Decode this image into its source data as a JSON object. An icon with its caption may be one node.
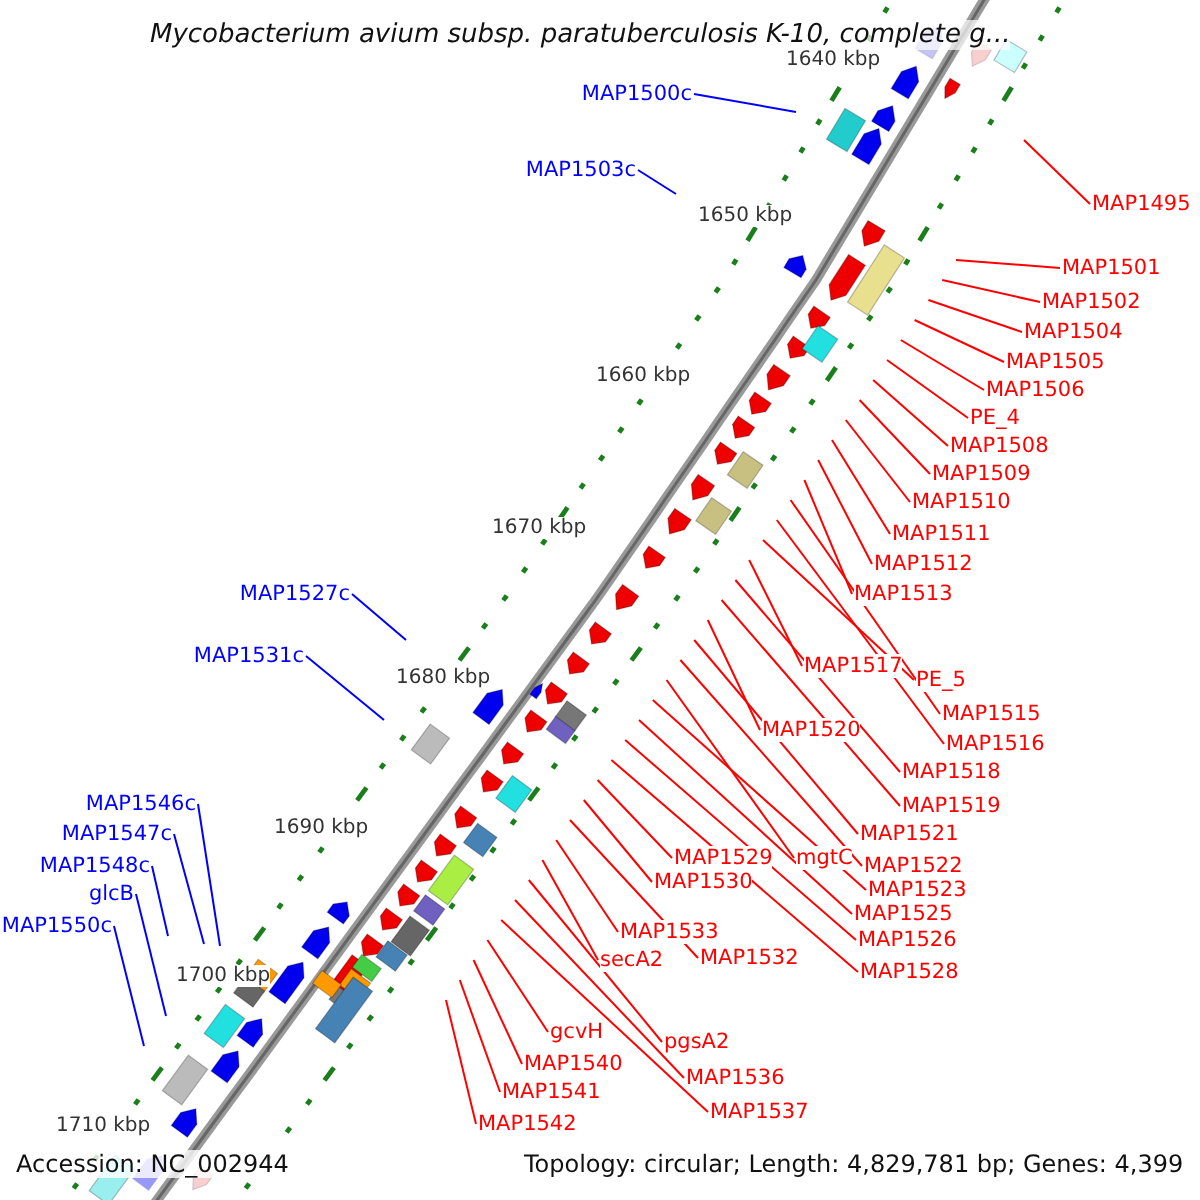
{
  "diagram": {
    "title": "Mycobacterium avium subsp. paratuberculosis K-10, complete g...",
    "nodes": [
      {
        "text": [
          "MAP1500c"
        ]
      },
      {
        "text": [
          "MAP1495"
        ]
      },
      {
        "text": [
          "MAP1503c"
        ]
      },
      {
        "text": [
          "MAP1501"
        ]
      },
      {
        "text": [
          "MAP1502"
        ]
      },
      {
        "text": [
          "MAP1504"
        ]
      },
      {
        "text": [
          "MAP1505"
        ]
      },
      {
        "text": [
          "MAP1506"
        ]
      },
      {
        "text": [
          "PE_4"
        ]
      },
      {
        "text": [
          "MAP1508"
        ]
      },
      {
        "text": [
          "MAP1509"
        ]
      },
      {
        "text": [
          "MAP1510"
        ]
      },
      {
        "text": [
          "MAP1511"
        ]
      },
      {
        "text": [
          "MAP1512"
        ]
      },
      {
        "text": [
          "MAP1513"
        ]
      },
      {
        "text": [
          "MAP1527c"
        ]
      },
      {
        "text": [
          "MAP1531c"
        ]
      },
      {
        "text": [
          "MAP1517"
        ]
      },
      {
        "text": [
          "PE_5"
        ]
      },
      {
        "text": [
          "MAP1515"
        ]
      },
      {
        "text": [
          "MAP1520"
        ]
      },
      {
        "text": [
          "MAP1516"
        ]
      },
      {
        "text": [
          "MAP1518"
        ]
      },
      {
        "text": [
          "MAP1546c"
        ]
      },
      {
        "text": [
          "MAP1519"
        ]
      },
      {
        "text": [
          "MAP1547c"
        ]
      },
      {
        "text": [
          "MAP1521"
        ]
      },
      {
        "text": [
          "MAP1529"
        ]
      },
      {
        "text": [
          "mgtC"
        ]
      },
      {
        "text": [
          "MAP1548c"
        ]
      },
      {
        "text": [
          "MAP1522"
        ]
      },
      {
        "text": [
          "MAP1530"
        ]
      },
      {
        "text": [
          "MAP1523"
        ]
      },
      {
        "text": [
          "glcB"
        ]
      },
      {
        "text": [
          "MAP1525"
        ]
      },
      {
        "text": [
          "MAP1550c"
        ]
      },
      {
        "text": [
          "MAP1533"
        ]
      },
      {
        "text": [
          "MAP1526"
        ]
      },
      {
        "text": [
          "secA2"
        ]
      },
      {
        "text": [
          "MAP1532"
        ]
      },
      {
        "text": [
          "MAP1528"
        ]
      },
      {
        "text": [
          "gcvH"
        ]
      },
      {
        "text": [
          "pgsA2"
        ]
      },
      {
        "text": [
          "MAP1540"
        ]
      },
      {
        "text": [
          "MAP1536"
        ]
      },
      {
        "text": [
          "MAP1541"
        ]
      },
      {
        "text": [
          "MAP1537"
        ]
      },
      {
        "text": [
          "MAP1542"
        ]
      }
    ],
    "edges": [
      {
        "from": 0,
        "to": null,
        "arrow": "none",
        "color": "#0000ff"
      },
      {
        "from": 1,
        "to": null,
        "arrow": "none"
      },
      {
        "from": 2,
        "to": null,
        "arrow": "none",
        "color": "#0000ff"
      },
      {
        "from": 3,
        "to": null,
        "arrow": "none"
      },
      {
        "from": 4,
        "to": null,
        "arrow": "none"
      },
      {
        "from": 5,
        "to": null,
        "arrow": "none"
      },
      {
        "from": 6,
        "to": null,
        "arrow": "none"
      },
      {
        "from": 7,
        "to": null,
        "arrow": "none"
      },
      {
        "from": 8,
        "to": null,
        "arrow": "none"
      },
      {
        "from": 9,
        "to": null,
        "arrow": "none"
      },
      {
        "from": 10,
        "to": null,
        "arrow": "none"
      },
      {
        "from": 11,
        "to": null,
        "arrow": "none"
      },
      {
        "from": 12,
        "to": null,
        "arrow": "none"
      },
      {
        "from": 13,
        "to": null,
        "arrow": "none"
      },
      {
        "from": 14,
        "to": null,
        "arrow": "none"
      },
      {
        "from": 15,
        "to": null,
        "arrow": "none",
        "color": "#0000ff"
      },
      {
        "from": 16,
        "to": null,
        "arrow": "none",
        "color": "#0000ff"
      },
      {
        "from": 17,
        "to": null,
        "arrow": "none"
      },
      {
        "from": 18,
        "to": null,
        "arrow": "none"
      },
      {
        "from": 19,
        "to": null,
        "arrow": "none"
      },
      {
        "from": 20,
        "to": null,
        "arrow": "none"
      },
      {
        "from": 21,
        "to": null,
        "arrow": "none"
      },
      {
        "from": 22,
        "to": null,
        "arrow": "none"
      },
      {
        "from": 23,
        "to": null,
        "arrow": "none",
        "color": "#0000ff"
      },
      {
        "from": 24,
        "to": null,
        "arrow": "none"
      },
      {
        "from": 25,
        "to": null,
        "arrow": "none",
        "color": "#0000ff"
      },
      {
        "from": 26,
        "to": null,
        "arrow": "none"
      },
      {
        "from": 27,
        "to": null,
        "arrow": "none"
      },
      {
        "from": 28,
        "to": null,
        "arrow": "none"
      },
      {
        "from": 29,
        "to": null,
        "arrow": "none",
        "color": "#0000ff"
      },
      {
        "from": 30,
        "to": null,
        "arrow": "none"
      },
      {
        "from": 31,
        "to": null,
        "arrow": "none"
      },
      {
        "from": 32,
        "to": null,
        "arrow": "none"
      },
      {
        "from": 33,
        "to": null,
        "arrow": "none",
        "color": "#0000ff"
      },
      {
        "from": 34,
        "to": null,
        "arrow": "none"
      },
      {
        "from": 35,
        "to": null,
        "arrow": "none",
        "color": "#0000ff"
      },
      {
        "from": 36,
        "to": null,
        "arrow": "none"
      },
      {
        "from": 37,
        "to": null,
        "arrow": "none"
      },
      {
        "from": 38,
        "to": null,
        "arrow": "none"
      },
      {
        "from": 39,
        "to": null,
        "arrow": "none"
      },
      {
        "from": 40,
        "to": null,
        "arrow": "none"
      },
      {
        "from": 41,
        "to": null,
        "arrow": "none"
      },
      {
        "from": 42,
        "to": null,
        "arrow": "none"
      },
      {
        "from": 43,
        "to": null,
        "arrow": "none"
      },
      {
        "from": 44,
        "to": null,
        "arrow": "none"
      },
      {
        "from": 45,
        "to": null,
        "arrow": "none"
      },
      {
        "from": 46,
        "to": null,
        "arrow": "none"
      },
      {
        "from": 47,
        "to": null,
        "arrow": "none"
      }
    ],
    "labels": [
      "1640 kbp",
      "1650 kbp",
      "1660 kbp",
      "1670 kbp",
      "1680 kbp",
      "1690 kbp",
      "1700 kbp",
      "1710 kbp",
      "Accession: NC_002944",
      "Topology: circular; Length: 4,829,781 bp; Genes: 4,399"
    ]
  }
}
